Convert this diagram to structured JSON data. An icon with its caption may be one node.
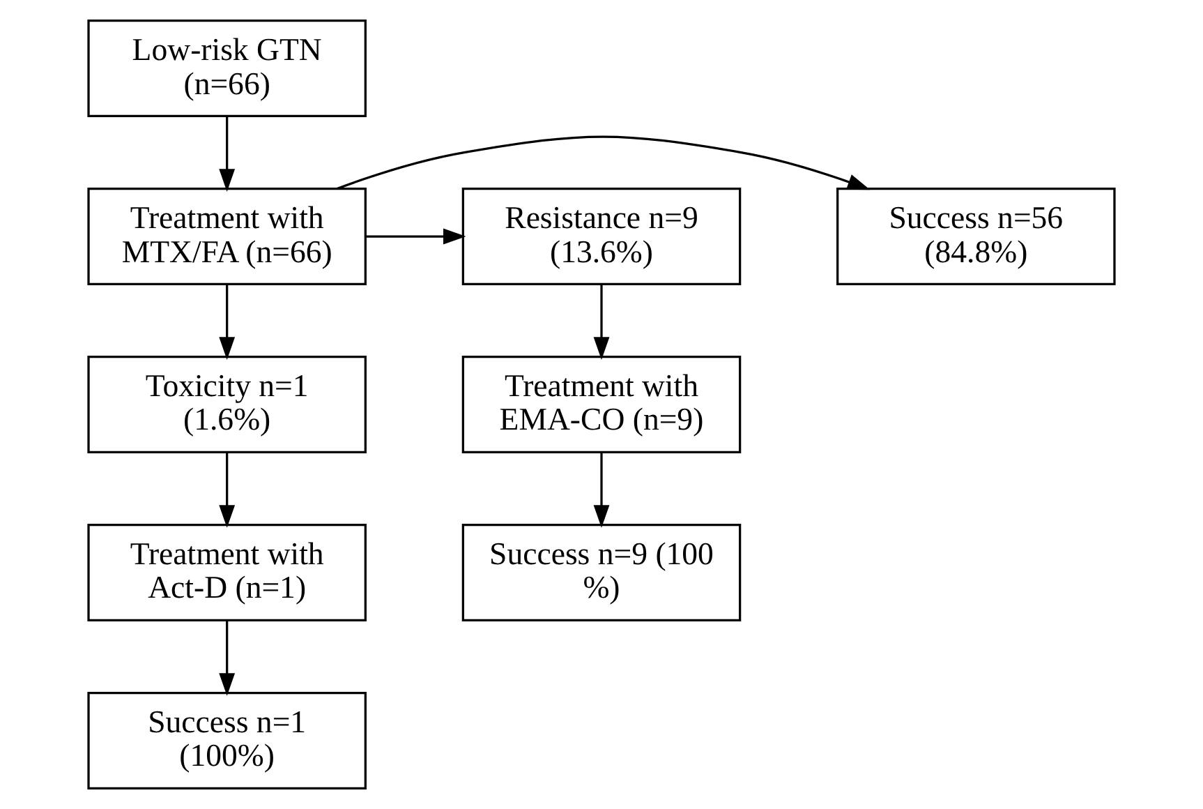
{
  "diagram": {
    "nodes": [
      {
        "text": [
          "Low-risk GTN (n=66)"
        ]
      },
      {
        "text": [
          "Treatment with MTX/FA (n=66)"
        ]
      },
      {
        "text": [
          "Success n=56 (84.8%)"
        ]
      },
      {
        "text": [
          "Resistance n=9 (13.6%)"
        ]
      },
      {
        "text": [
          "Toxicity n=1 (1.6%)"
        ]
      },
      {
        "text": [
          "Treatment with EMA-CO (n=9)"
        ]
      },
      {
        "text": [
          "Treatment with Act-D (n=1)"
        ]
      },
      {
        "text": [
          "Success n=9 (100 %)"
        ]
      },
      {
        "text": [
          "Success n=1 (100%)"
        ]
      }
    ],
    "edges": [
      {
        "from": 0,
        "to": 1,
        "arrow": "to"
      },
      {
        "from": 1,
        "to": 2,
        "arrow": "to"
      },
      {
        "from": 1,
        "to": 3,
        "arrow": "to"
      },
      {
        "from": 1,
        "to": 4,
        "arrow": "to"
      },
      {
        "from": 3,
        "to": 5,
        "arrow": "to"
      },
      {
        "from": 4,
        "to": 6,
        "arrow": "to"
      },
      {
        "from": 5,
        "to": 7,
        "arrow": "to"
      },
      {
        "from": 6,
        "to": 8,
        "arrow": "to"
      }
    ]
  }
}
